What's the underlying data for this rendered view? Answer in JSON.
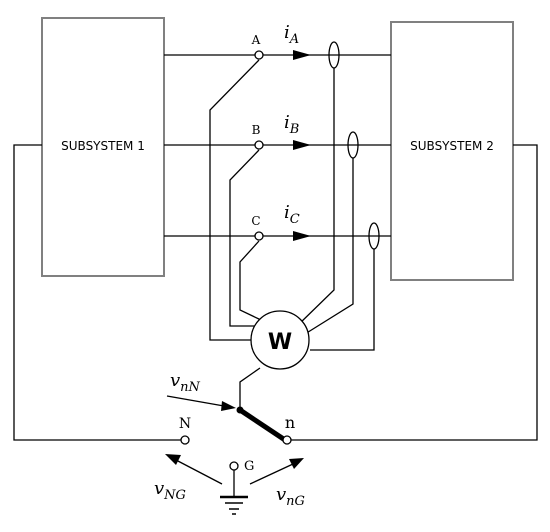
{
  "subsystems": {
    "left": "SUBSYSTEM 1",
    "right": "SUBSYSTEM 2"
  },
  "nodes": {
    "a": "A",
    "b": "B",
    "c": "C",
    "n_upper": "N",
    "n_lower": "n",
    "g": "G"
  },
  "currents": {
    "a": {
      "main": "i",
      "sub": "A"
    },
    "b": {
      "main": "i",
      "sub": "B"
    },
    "c": {
      "main": "i",
      "sub": "C"
    }
  },
  "meter": {
    "label": "W"
  },
  "voltages": {
    "nN": {
      "main": "v",
      "sub": "nN"
    },
    "NG": {
      "main": "v",
      "sub": "NG"
    },
    "nG": {
      "main": "v",
      "sub": "nG"
    }
  }
}
